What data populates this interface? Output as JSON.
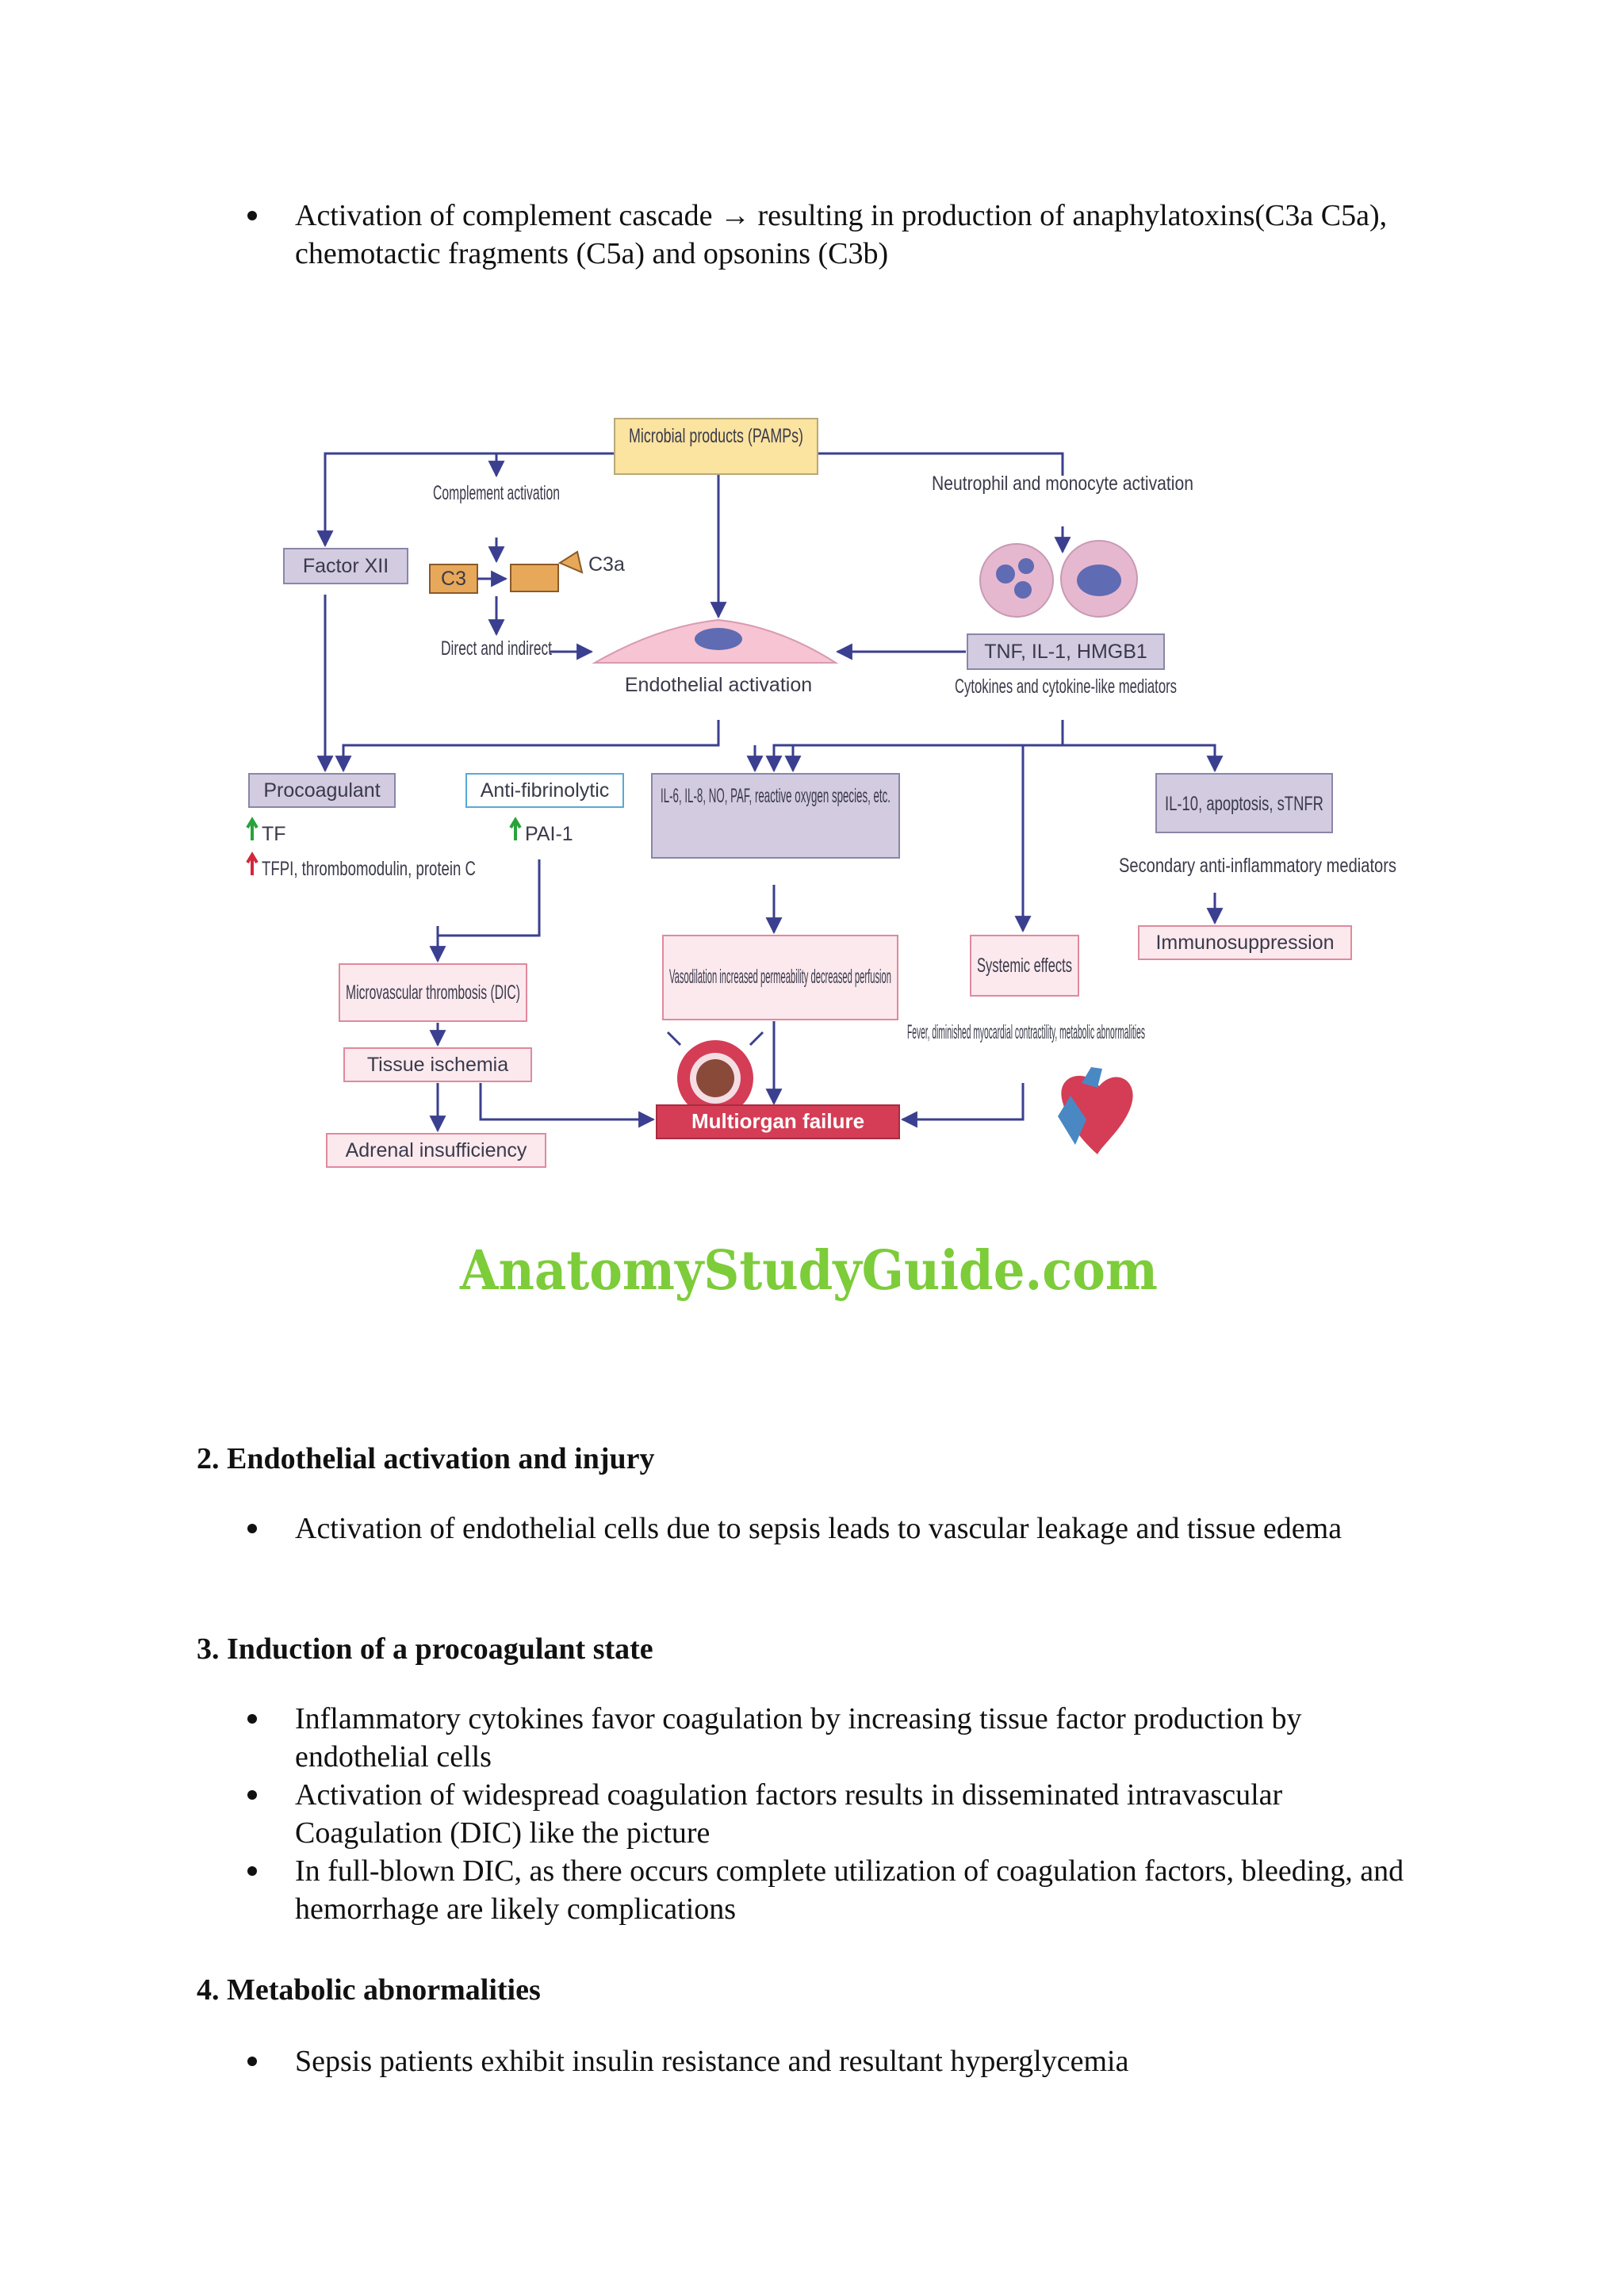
{
  "intro": {
    "bullet": "Activation of complement cascade → resulting in production of anaphylatoxins(C3a C5a), chemotactic fragments (C5a) and opsonins (C3b)"
  },
  "figure": {
    "nodes": {
      "microbial_products": "Microbial products (PAMPs)",
      "complement_activation": "Complement activation",
      "neutrophil_activation": "Neutrophil and monocyte activation",
      "factor_xii": "Factor XII",
      "c3": "C3",
      "c3a": "C3a",
      "direct_indirect": "Direct and indirect",
      "endothelial_activation": "Endothelial activation",
      "tnf": "TNF, IL-1, HMGB1",
      "cytokines": "Cytokines and cytokine-like mediators",
      "procoagulant": "Procoagulant",
      "tf": "TF",
      "tfpi": "TFPI, thrombomodulin, protein C",
      "antifibrinolytic": "Anti-fibrinolytic",
      "pai1": "PAI-1",
      "il6": "IL-6, IL-8, NO, PAF, reactive oxygen species, etc.",
      "il10": "IL-10, apoptosis, sTNFR",
      "secondary": "Secondary anti-inflammatory mediators",
      "immunosuppression": "Immunosuppression",
      "microvascular": "Microvascular thrombosis (DIC)",
      "vasodilation": "Vasodilation increased permeability decreased perfusion",
      "systemic": "Systemic effects",
      "fever": "Fever, diminished myocardial contractility, metabolic abnormalities",
      "tissue_ischemia": "Tissue ischemia",
      "multiorgan": "Multiorgan failure",
      "adrenal": "Adrenal insufficiency"
    },
    "watermark": "AnatomyStudyGuide.com",
    "colors": {
      "arrow": "#3b3f8f",
      "yellow_box": "#fbe3a0",
      "purple_box": "#d3cbe0",
      "pink_box": "#fbe9ee",
      "red_box": "#d43d55",
      "up_arrow_green": "#27a33b",
      "up_arrow_red": "#d4263b",
      "watermark": "#7dcc3a"
    }
  },
  "sections": [
    {
      "heading": "2. Endothelial activation and injury",
      "bullets": [
        "Activation of endothelial cells due to sepsis leads to vascular leakage and tissue edema"
      ]
    },
    {
      "heading": "3. Induction of a procoagulant state",
      "bullets": [
        "Inflammatory cytokines favor coagulation by increasing tissue factor production by endothelial cells",
        "Activation of widespread coagulation factors results in disseminated intravascular Coagulation (DIC) like the picture",
        "In full-blown DIC, as there occurs complete utilization of coagulation factors, bleeding, and hemorrhage are likely complications"
      ]
    },
    {
      "heading": "4. Metabolic abnormalities",
      "bullets": [
        "Sepsis patients exhibit insulin resistance and resultant hyperglycemia"
      ]
    }
  ]
}
